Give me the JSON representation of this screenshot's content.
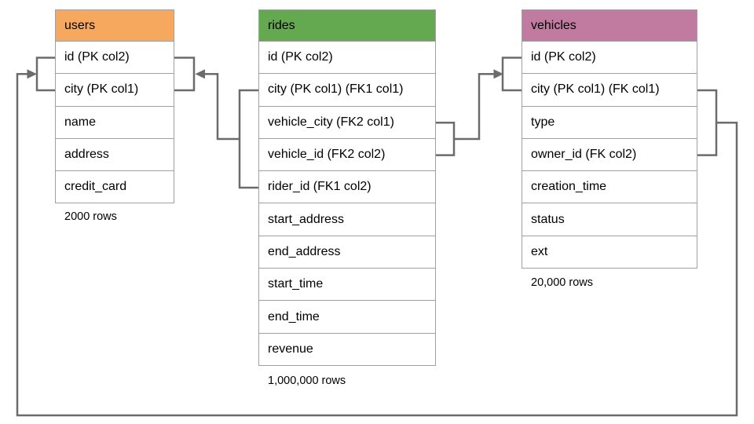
{
  "tables": {
    "users": {
      "title": "users",
      "header_color": "#f6a85e",
      "rows": [
        "id (PK col2)",
        "city (PK col1)",
        "name",
        "address",
        "credit_card"
      ],
      "row_count": "2000 rows"
    },
    "rides": {
      "title": "rides",
      "header_color": "#64a850",
      "rows": [
        "id (PK col2)",
        "city (PK col1) (FK1 col1)",
        "vehicle_city (FK2 col1)",
        "vehicle_id (FK2 col2)",
        "rider_id (FK1 col2)",
        "start_address",
        "end_address",
        "start_time",
        "end_time",
        "revenue"
      ],
      "row_count": "1,000,000 rows"
    },
    "vehicles": {
      "title": "vehicles",
      "header_color": "#c27ba0",
      "rows": [
        "id (PK col2)",
        "city (PK col1) (FK col1)",
        "type",
        "owner_id (FK col2)",
        "creation_time",
        "status",
        "ext"
      ],
      "row_count": "20,000 rows"
    }
  },
  "connections": [
    {
      "from": "rides (city, rider_id) FK1",
      "to": "users (id, city) PK"
    },
    {
      "from": "rides (vehicle_city, vehicle_id) FK2",
      "to": "vehicles (id, city) PK"
    },
    {
      "from": "vehicles (city, owner_id) FK",
      "to": "users (id, city) PK"
    }
  ],
  "connector_color": "#6b6b6b"
}
